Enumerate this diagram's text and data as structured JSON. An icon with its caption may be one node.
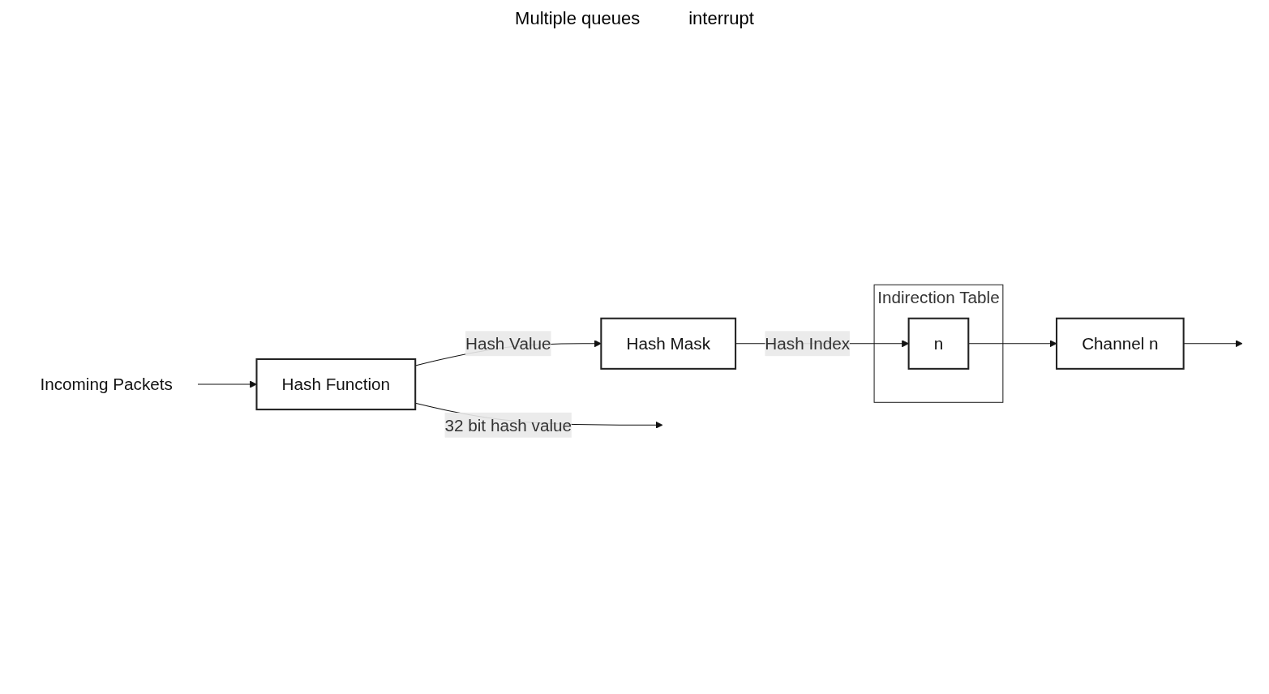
{
  "diagram": {
    "nodes": [
      {
        "text": [
          "Incoming Packets"
        ]
      },
      {
        "text": [
          "Hash Function"
        ]
      },
      {
        "text": [
          "Hash Mask"
        ]
      },
      {
        "text": [
          "Indirection Table"
        ]
      },
      {
        "text": [
          "n"
        ],
        "in": 3
      },
      {
        "text": [
          "Channel n"
        ]
      }
    ],
    "edges": [
      {
        "from": 0,
        "to": 1,
        "arrow": "to"
      },
      {
        "from": 1,
        "to": 2,
        "arrow": "to",
        "label": "Hash Value"
      },
      {
        "from": 2,
        "to": 4,
        "arrow": "to",
        "label": "Hash Index"
      },
      {
        "from": 4,
        "to": 5,
        "arrow": "to"
      },
      {
        "from": 5,
        "to": null,
        "arrow": "to"
      },
      {
        "from": 1,
        "to": null,
        "arrow": "to",
        "label": "32 bit hash value"
      }
    ],
    "labels": [
      "Multiple queues",
      "interrupt"
    ]
  }
}
